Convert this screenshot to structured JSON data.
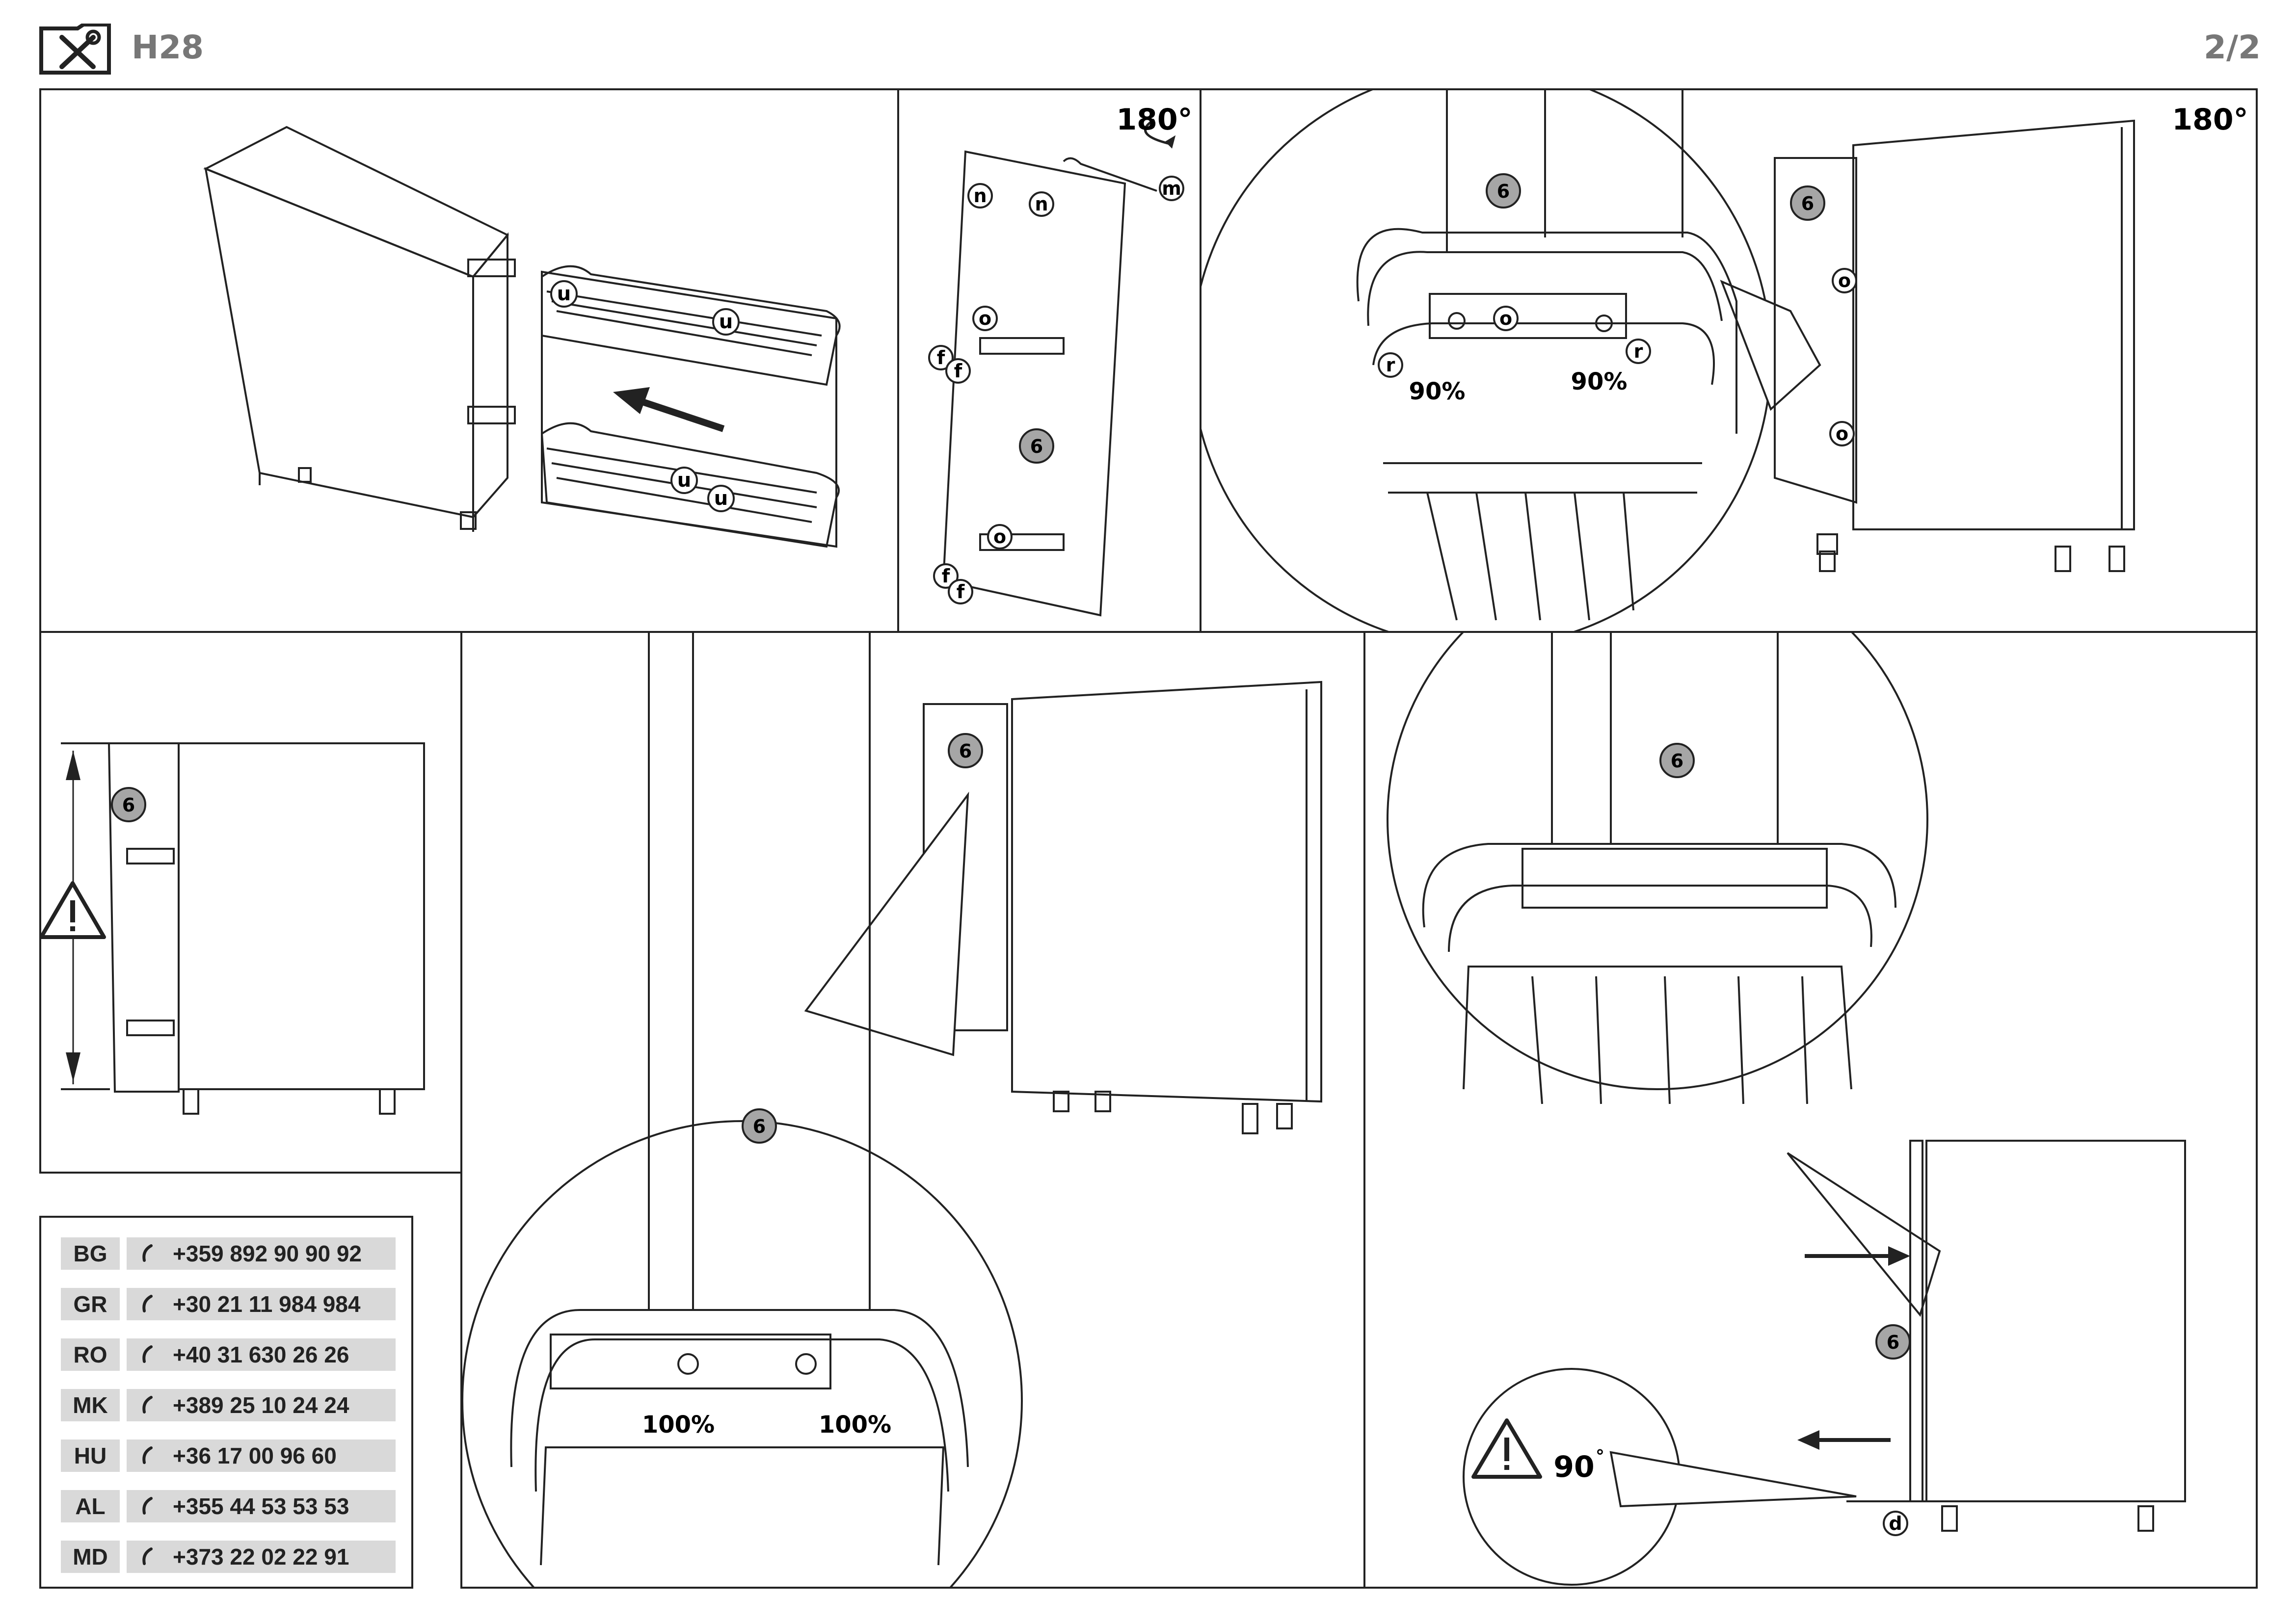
{
  "header": {
    "icon": "tools-icon",
    "model_code": "H28",
    "page_indicator": "2/2"
  },
  "labels": {
    "part_6": "6",
    "u": "u",
    "n": "n",
    "m": "m",
    "o": "o",
    "f": "f",
    "r": "r",
    "d": "d",
    "rot_180": "180°",
    "pct_90": "90%",
    "pct_100": "100%",
    "angle_90": "90",
    "deg": "°"
  },
  "icons": [
    "tools-icon",
    "warning-icon",
    "phone-icon",
    "rotate-arrow-icon",
    "arrow-icon"
  ],
  "colors": {
    "line": "#222222",
    "badge_fill": "#a6a6a6",
    "contact_fill": "#d9d9d9",
    "header_text": "#777777"
  },
  "contacts": [
    {
      "code": "BG",
      "phone": "+359 892 90 90 92"
    },
    {
      "code": "GR",
      "phone": "+30 21 11 984 984"
    },
    {
      "code": "RO",
      "phone": "+40 31 630 26 26"
    },
    {
      "code": "MK",
      "phone": "+389 25 10 24 24"
    },
    {
      "code": "HU",
      "phone": "+36 17 00 96 60"
    },
    {
      "code": "AL",
      "phone": "+355 44 53 53 53"
    },
    {
      "code": "MD",
      "phone": "+373 22 02 22 91"
    }
  ]
}
